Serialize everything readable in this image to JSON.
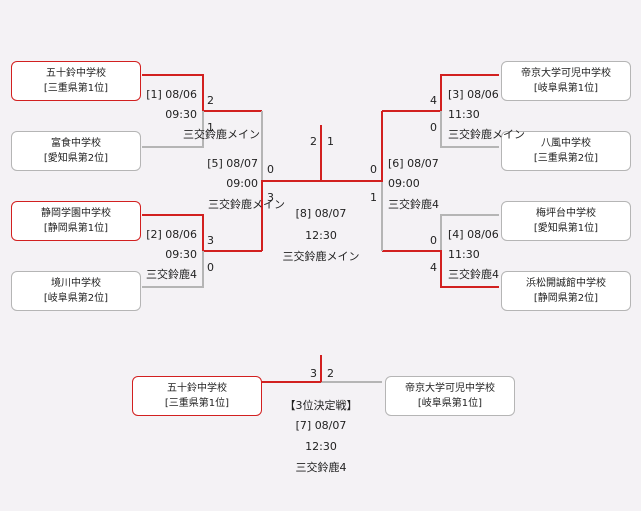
{
  "teams": {
    "t1": {
      "name": "五十鈴中学校",
      "pref": "[三重県第1位]"
    },
    "t2": {
      "name": "富食中学校",
      "pref": "[愛知県第2位]"
    },
    "t3": {
      "name": "静岡学園中学校",
      "pref": "[静岡県第1位]"
    },
    "t4": {
      "name": "境川中学校",
      "pref": "[岐阜県第2位]"
    },
    "t5": {
      "name": "帝京大学可児中学校",
      "pref": "[岐阜県第1位]"
    },
    "t6": {
      "name": "八風中学校",
      "pref": "[三重県第2位]"
    },
    "t7": {
      "name": "梅坪台中学校",
      "pref": "[愛知県第1位]"
    },
    "t8": {
      "name": "浜松開誠館中学校",
      "pref": "[静岡県第2位]"
    },
    "t9": {
      "name": "五十鈴中学校",
      "pref": "[三重県第1位]"
    },
    "t10": {
      "name": "帝京大学可児中学校",
      "pref": "[岐阜県第1位]"
    }
  },
  "matches": {
    "m1": {
      "label": "[1] 08/06",
      "time": "09:30",
      "venue": "三交鈴鹿メイン",
      "score_a": "2",
      "score_b": "1"
    },
    "m2": {
      "label": "[2] 08/06",
      "time": "09:30",
      "venue": "三交鈴鹿4",
      "score_a": "3",
      "score_b": "0"
    },
    "m3": {
      "label": "[3] 08/06",
      "time": "11:30",
      "venue": "三交鈴鹿メイン",
      "score_a": "4",
      "score_b": "0"
    },
    "m4": {
      "label": "[4] 08/06",
      "time": "11:30",
      "venue": "三交鈴鹿4",
      "score_a": "0",
      "score_b": "4"
    },
    "m5": {
      "label": "[5] 08/07",
      "time": "09:00",
      "venue": "三交鈴鹿メイン",
      "score_a": "0",
      "score_b": "3"
    },
    "m6": {
      "label": "[6] 08/07",
      "time": "09:00",
      "venue": "三交鈴鹿4",
      "score_a": "0",
      "score_b": "1"
    },
    "final": {
      "label": "[8] 08/07",
      "time": "12:30",
      "venue": "三交鈴鹿メイン",
      "score_a": "2",
      "score_b": "1"
    },
    "third": {
      "title": "【3位決定戦】",
      "label": "[7] 08/07",
      "time": "12:30",
      "venue": "三交鈴鹿4",
      "score_a": "3",
      "score_b": "2"
    }
  },
  "colors": {
    "win": "#d22020",
    "lose": "#b5b5b5"
  }
}
